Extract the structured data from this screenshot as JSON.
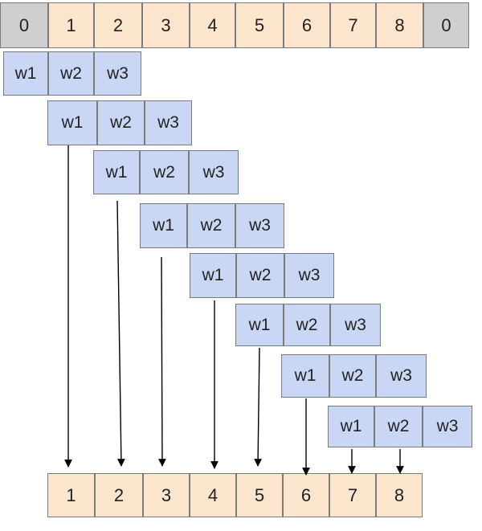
{
  "input_row": [
    "0",
    "1",
    "2",
    "3",
    "4",
    "5",
    "6",
    "7",
    "8",
    "0"
  ],
  "kernel": [
    "w1",
    "w2",
    "w3"
  ],
  "output_row": [
    "1",
    "2",
    "3",
    "4",
    "5",
    "6",
    "7",
    "8"
  ],
  "colors": {
    "padding_cell": "#cfcfcf",
    "data_cell": "#fbe5cc",
    "kernel_cell": "#c9d7f5",
    "border": "#7b7b7b",
    "arrow": "#000000"
  }
}
